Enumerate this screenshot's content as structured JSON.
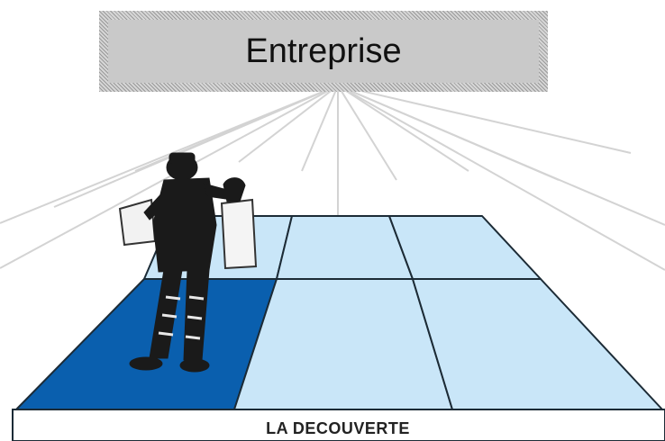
{
  "title": "Entreprise",
  "floor_label": "LA DECOUVERTE",
  "colors": {
    "active_tile": "#0a5fae",
    "tile": "#c9e6f8",
    "grid_line": "#1c2b36",
    "perspective_line": "#d3d3d3",
    "figure": "#1a1a1a"
  },
  "icons": [
    "person-carrying-paper-figure"
  ]
}
